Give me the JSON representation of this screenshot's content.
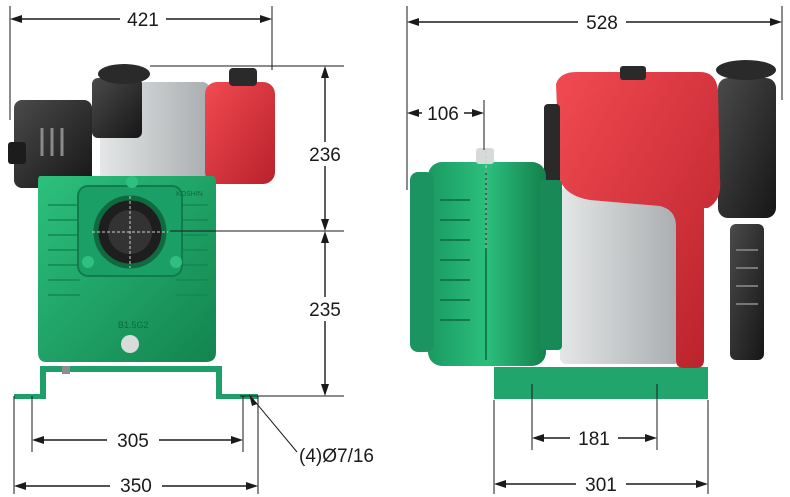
{
  "dimensions": {
    "overall_width_front": "421",
    "overall_length_side": "528",
    "inlet_offset": "106",
    "height_upper": "236",
    "height_lower": "235",
    "base_mount_front": "305",
    "base_width_front": "350",
    "base_mount_side": "181",
    "base_length_side": "301",
    "mount_holes": "(4)Ø7/16"
  },
  "casting_text": {
    "model_number": "B1.5G2",
    "brand": "KOSHIN"
  },
  "colors": {
    "pump_green": "#1fa06a",
    "pump_green_dark": "#137a4e",
    "engine_red": "#e0303a",
    "engine_red_dark": "#a81f28",
    "engine_black": "#2a2a2a",
    "engine_silver": "#cfd2d3"
  }
}
